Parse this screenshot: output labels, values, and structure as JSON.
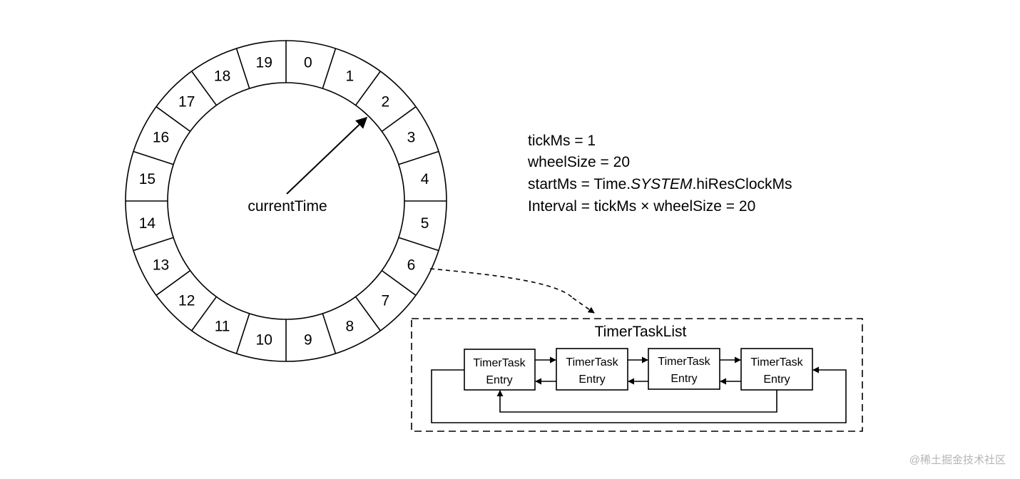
{
  "wheel": {
    "slots": [
      "0",
      "1",
      "2",
      "3",
      "4",
      "5",
      "6",
      "7",
      "8",
      "9",
      "10",
      "11",
      "12",
      "13",
      "14",
      "15",
      "16",
      "17",
      "18",
      "19"
    ],
    "pointer_label": "currentTime"
  },
  "params": {
    "tick_line": "tickMs = 1",
    "wheel_size_line": "wheelSize = 20",
    "start_prefix": "startMs = Time.",
    "start_italic": "SYSTEM",
    "start_suffix": ".hiResClockMs",
    "interval_prefix": "Interval = tickMs ",
    "interval_times": "×",
    "interval_suffix": " wheelSize = 20"
  },
  "task_list": {
    "title": "TimerTaskList",
    "entries": [
      {
        "line1": "TimerTask",
        "line2": "Entry"
      },
      {
        "line1": "TimerTask",
        "line2": "Entry"
      },
      {
        "line1": "TimerTask",
        "line2": "Entry"
      },
      {
        "line1": "TimerTask",
        "line2": "Entry"
      }
    ]
  },
  "watermark": "@稀土掘金技术社区"
}
